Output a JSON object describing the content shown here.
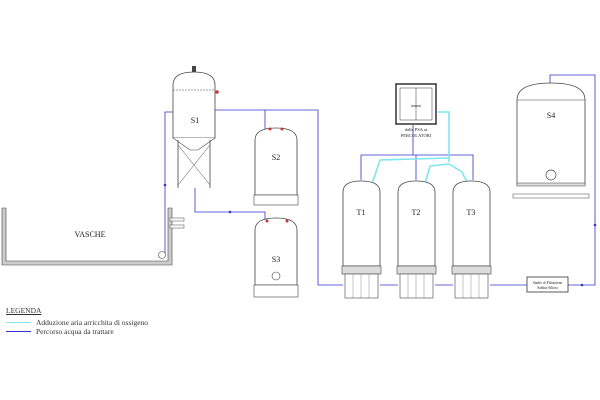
{
  "diagram": {
    "tanks": {
      "s1": "S1",
      "s2": "S2",
      "s3": "S3",
      "s4": "S4",
      "t1": "T1",
      "t2": "T2",
      "t3": "T3"
    },
    "basin_label": "VASCHE",
    "psa": {
      "line1": "dalla PSA ai",
      "line2": "PERCOLATORI"
    },
    "filter_box": {
      "line1": "Stadio di Filtrazione",
      "line2": "Sabbia Silicea"
    }
  },
  "legend": {
    "title": "LEGENDA",
    "items": [
      {
        "label": "Adduzione aria arricchita di ossigeno",
        "color": "#7fe6f0"
      },
      {
        "label": "Percorso acqua da trattare",
        "color": "#3333cc"
      }
    ]
  }
}
